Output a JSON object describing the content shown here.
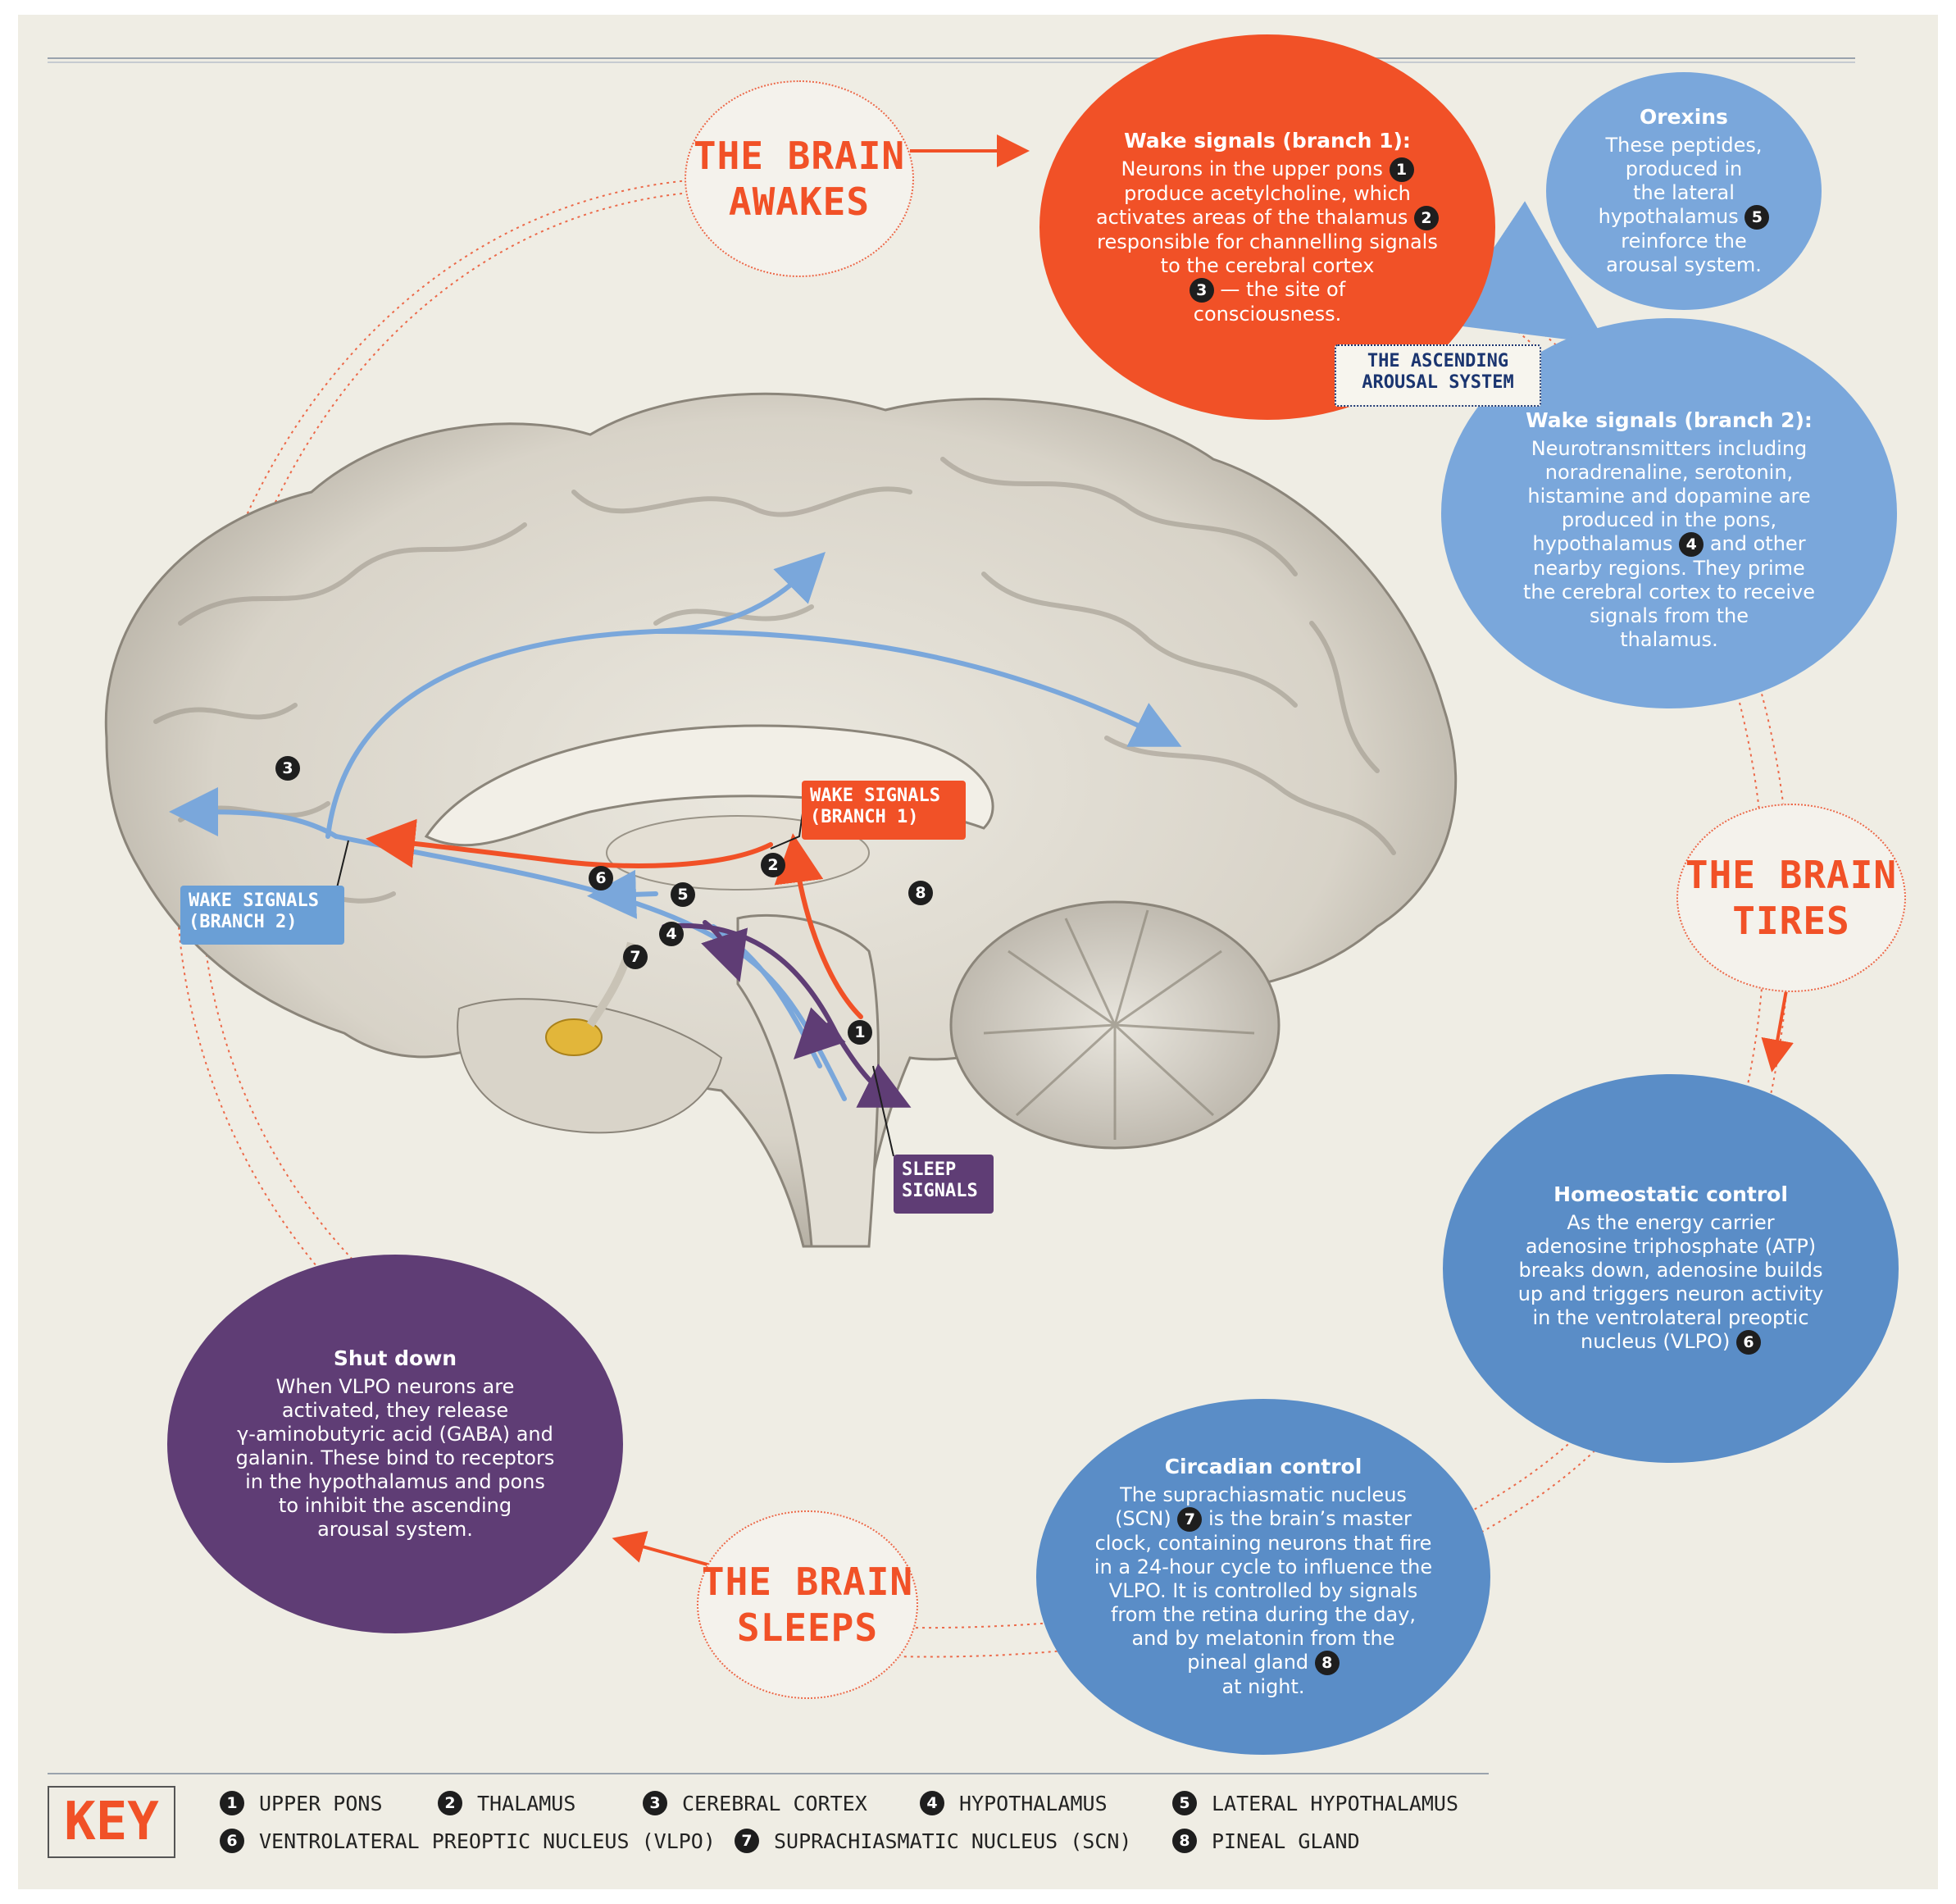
{
  "stages": {
    "awakes": [
      "THE BRAIN",
      "AWAKES"
    ],
    "tires": [
      "THE BRAIN",
      "TIRES"
    ],
    "sleeps": [
      "THE BRAIN",
      "SLEEPS"
    ]
  },
  "bubbles": {
    "wake1": {
      "title": "Wake signals (branch 1):",
      "lines": [
        "Neurons in the upper pons",
        "produce acetylcholine, which",
        "activates areas of the thalamus",
        "responsible for channelling signals",
        "to the cerebral cortex",
        "— the site of",
        "consciousness."
      ]
    },
    "orexins": {
      "title": "Orexins",
      "lines": [
        "These peptides,",
        "produced in",
        "the lateral",
        "hypothalamus",
        "reinforce the",
        "arousal system."
      ]
    },
    "wake2": {
      "title": "Wake signals (branch 2):",
      "lines": [
        "Neurotransmitters including",
        "noradrenaline, serotonin,",
        "histamine and dopamine are",
        "produced in the pons,",
        "hypothalamus",
        "and other",
        "nearby regions. They prime",
        "the cerebral cortex to receive",
        "signals from the",
        "thalamus."
      ]
    },
    "homeostatic": {
      "title": "Homeostatic control",
      "lines": [
        "As the energy carrier",
        "adenosine triphosphate (ATP)",
        "breaks down, adenosine builds",
        "up and triggers neuron activity",
        "in the ventrolateral preoptic",
        "nucleus (VLPO)"
      ]
    },
    "circadian": {
      "title": "Circadian control",
      "lines": [
        "The suprachiasmatic nucleus",
        "(SCN)",
        "is the brain’s master",
        "clock, containing neurons that fire",
        "in a 24-hour cycle to influence the",
        "VLPO. It is controlled by signals",
        "from the retina during the day,",
        "and by melatonin from the",
        "pineal gland",
        "at night."
      ]
    },
    "shutdown": {
      "title": "Shut down",
      "lines": [
        "When VLPO neurons are",
        "activated, they release",
        "γ-aminobutyric acid (GABA) and",
        "galanin. These bind to receptors",
        "in the hypothalamus and pons",
        "to inhibit the ascending",
        "arousal system."
      ]
    }
  },
  "tags": {
    "ascending": [
      "THE ASCENDING",
      "AROUSAL SYSTEM"
    ],
    "wake1": [
      "WAKE SIGNALS",
      "(BRANCH 1)"
    ],
    "wake2": [
      "WAKE SIGNALS",
      "(BRANCH 2)"
    ],
    "sleep": [
      "SLEEP",
      "SIGNALS"
    ]
  },
  "key": {
    "title": "KEY",
    "items": [
      {
        "num": "1",
        "label": "UPPER PONS"
      },
      {
        "num": "2",
        "label": "THALAMUS"
      },
      {
        "num": "3",
        "label": "CEREBRAL CORTEX"
      },
      {
        "num": "4",
        "label": "HYPOTHALAMUS"
      },
      {
        "num": "5",
        "label": "LATERAL HYPOTHALAMUS"
      },
      {
        "num": "6",
        "label": "VENTROLATERAL PREOPTIC NUCLEUS (VLPO)"
      },
      {
        "num": "7",
        "label": "SUPRACHIASMATIC NUCLEUS (SCN)"
      },
      {
        "num": "8",
        "label": "PINEAL GLAND"
      }
    ]
  },
  "colors": {
    "red": "#f15127",
    "light_blue": "#7aa7db",
    "mid_blue": "#5a8dc7",
    "purple": "#5f3d75",
    "navy": "#1b3570",
    "background": "#efede4"
  }
}
